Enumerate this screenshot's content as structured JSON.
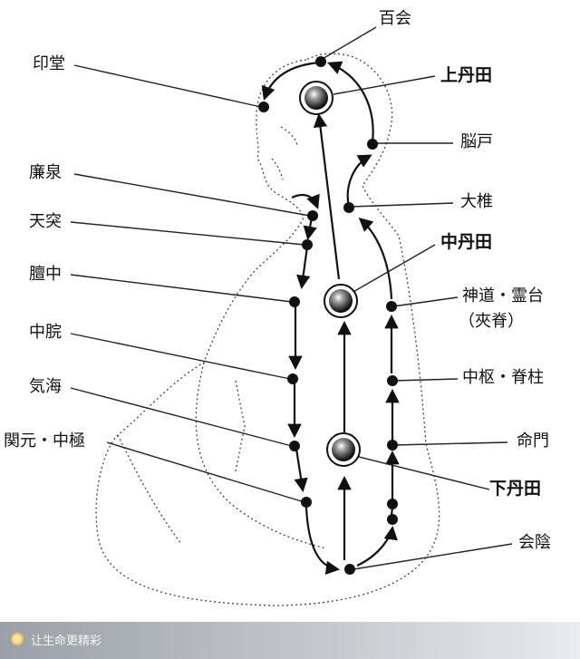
{
  "labels": {
    "baihui": "百会",
    "yintang": "印堂",
    "shang_dantian": "上丹田",
    "naohu": "脳戸",
    "lianquan": "廉泉",
    "dazhui": "大椎",
    "tiantu": "天突",
    "zhong_dantian": "中丹田",
    "danzhong": "膻中",
    "shendao_lingtai": "神道・霊台",
    "jiaji": "（夾脊）",
    "zhongwan": "中脘",
    "zhongshu_jizhu": "中枢・脊柱",
    "qihai": "気海",
    "mingmen": "命門",
    "guanyuan_zhongji": "関元・中極",
    "xia_dantian": "下丹田",
    "huiyin": "会陰"
  },
  "watermark": "让生命更精彩"
}
